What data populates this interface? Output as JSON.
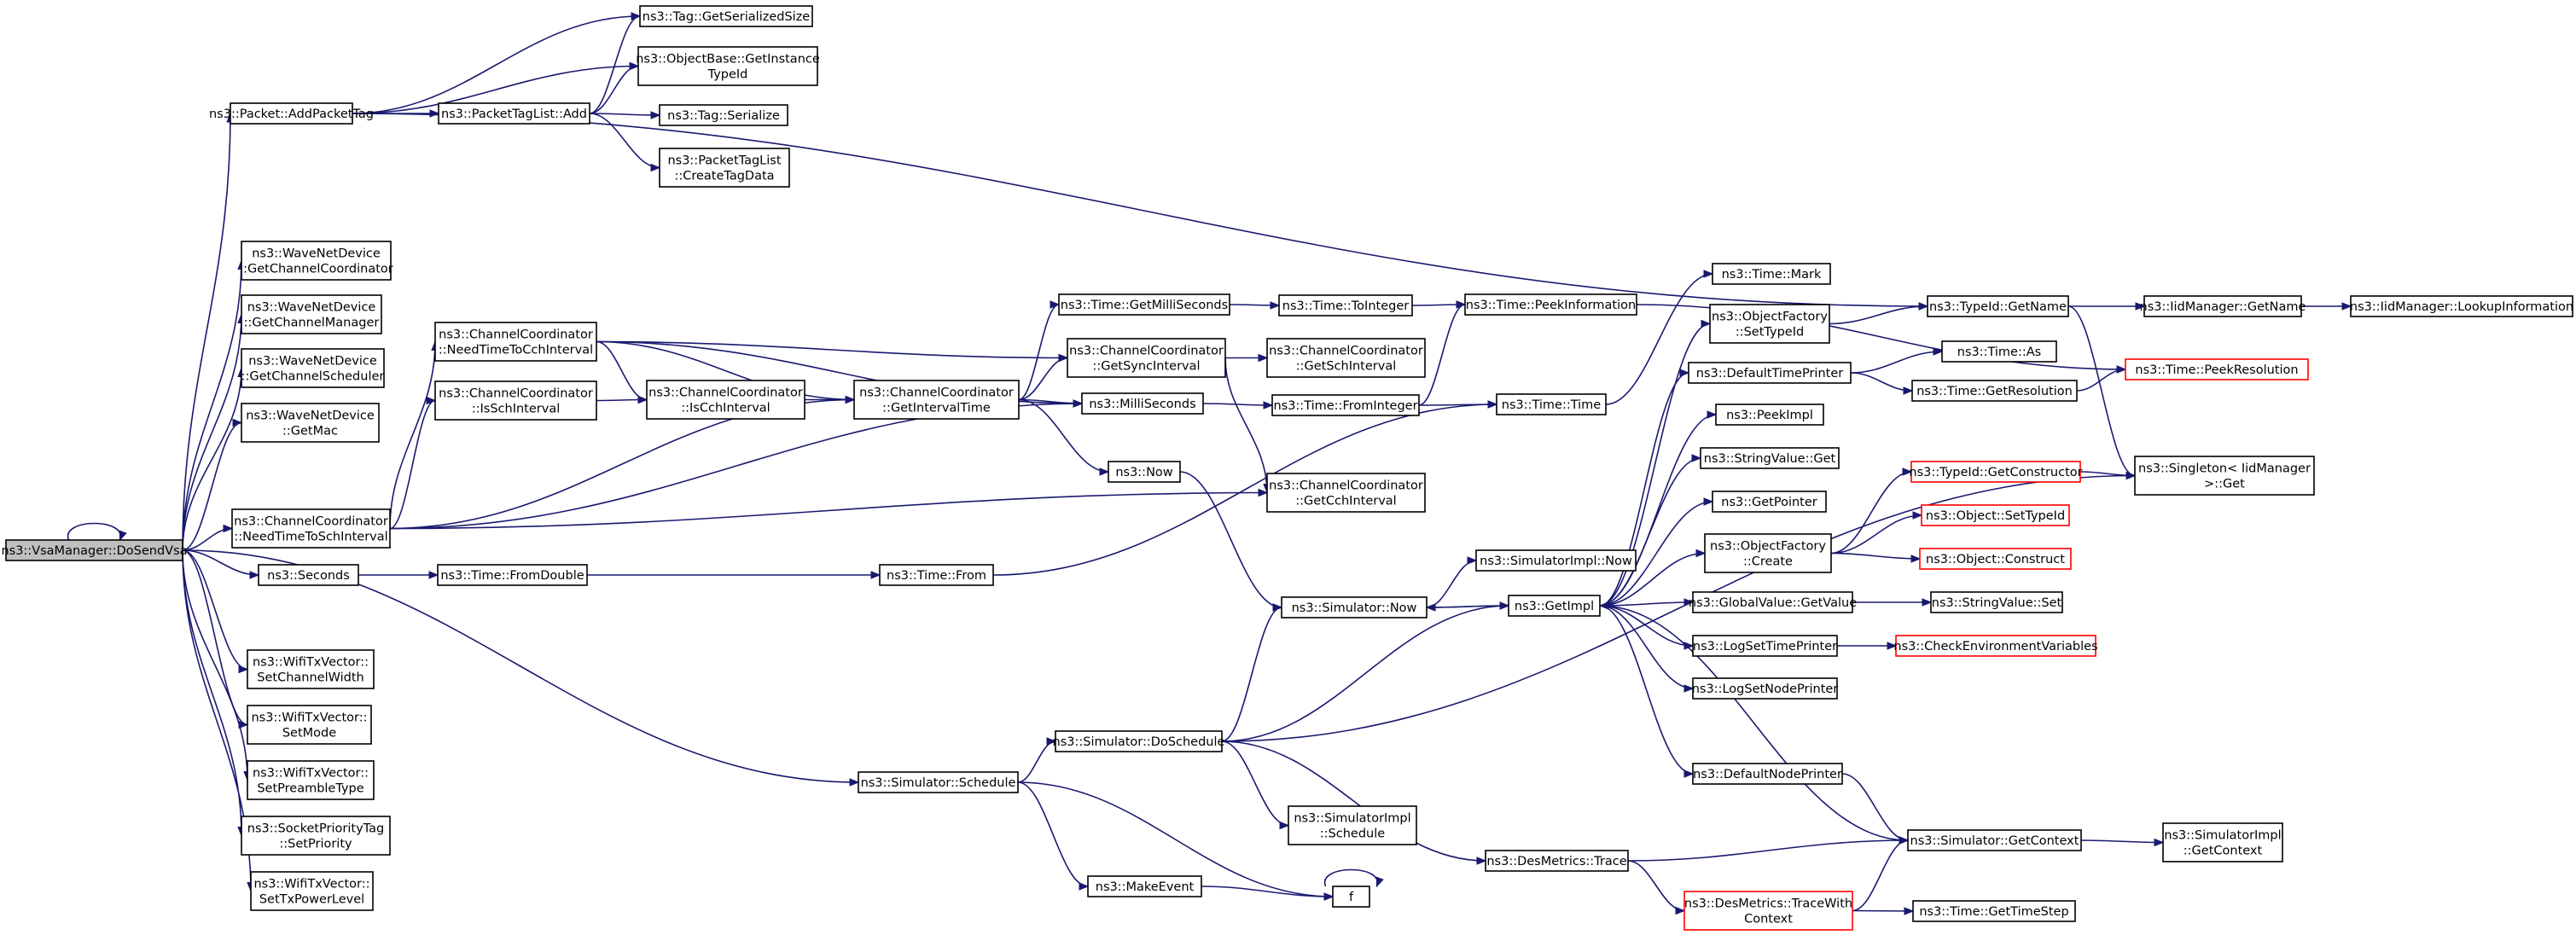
{
  "diagram": {
    "root": "n_root",
    "nodes": [
      {
        "id": "n_root",
        "lines": [
          "ns3::VsaManager::DoSendVsa"
        ],
        "root": true
      },
      {
        "id": "n_addtag",
        "lines": [
          "ns3::Packet::AddPacketTag"
        ]
      },
      {
        "id": "n_getsersize",
        "lines": [
          "ns3::Tag::GetSerializedSize"
        ]
      },
      {
        "id": "n_getinsttid",
        "lines": [
          "ns3::ObjectBase::GetInstance",
          "TypeId"
        ]
      },
      {
        "id": "n_ptladd",
        "lines": [
          "ns3::PacketTagList::Add"
        ]
      },
      {
        "id": "n_tagser",
        "lines": [
          "ns3::Tag::Serialize"
        ]
      },
      {
        "id": "n_createtag",
        "lines": [
          "ns3::PacketTagList",
          "::CreateTagData"
        ]
      },
      {
        "id": "n_wnd_getcc",
        "lines": [
          "ns3::WaveNetDevice",
          "::GetChannelCoordinator"
        ]
      },
      {
        "id": "n_wnd_getcm",
        "lines": [
          "ns3::WaveNetDevice",
          "::GetChannelManager"
        ]
      },
      {
        "id": "n_wnd_getcs",
        "lines": [
          "ns3::WaveNetDevice",
          "::GetChannelScheduler"
        ]
      },
      {
        "id": "n_wnd_getmac",
        "lines": [
          "ns3::WaveNetDevice",
          "::GetMac"
        ]
      },
      {
        "id": "n_cc_needcch",
        "lines": [
          "ns3::ChannelCoordinator",
          "::NeedTimeToCchInterval"
        ]
      },
      {
        "id": "n_cc_isschi",
        "lines": [
          "ns3::ChannelCoordinator",
          "::IsSchInterval"
        ]
      },
      {
        "id": "n_cc_iscchi",
        "lines": [
          "ns3::ChannelCoordinator",
          "::IsCchInterval"
        ]
      },
      {
        "id": "n_cc_getinterval",
        "lines": [
          "ns3::ChannelCoordinator",
          "::GetIntervalTime"
        ]
      },
      {
        "id": "n_cc_needsch",
        "lines": [
          "ns3::ChannelCoordinator",
          "::NeedTimeToSchInterval"
        ]
      },
      {
        "id": "n_time_getms",
        "lines": [
          "ns3::Time::GetMilliSeconds"
        ]
      },
      {
        "id": "n_cc_getsync",
        "lines": [
          "ns3::ChannelCoordinator",
          "::GetSyncInterval"
        ]
      },
      {
        "id": "n_cc_getsch",
        "lines": [
          "ns3::ChannelCoordinator",
          "::GetSchInterval"
        ]
      },
      {
        "id": "n_ms",
        "lines": [
          "ns3::MilliSeconds"
        ]
      },
      {
        "id": "n_now",
        "lines": [
          "ns3::Now"
        ]
      },
      {
        "id": "n_cc_getcch",
        "lines": [
          "ns3::ChannelCoordinator",
          "::GetCchInterval"
        ]
      },
      {
        "id": "n_time_toint",
        "lines": [
          "ns3::Time::ToInteger"
        ]
      },
      {
        "id": "n_time_fromint",
        "lines": [
          "ns3::Time::FromInteger"
        ]
      },
      {
        "id": "n_time_peekinfo",
        "lines": [
          "ns3::Time::PeekInformation"
        ]
      },
      {
        "id": "n_time_time",
        "lines": [
          "ns3::Time::Time"
        ]
      },
      {
        "id": "n_time_mark",
        "lines": [
          "ns3::Time::Mark"
        ]
      },
      {
        "id": "n_seconds",
        "lines": [
          "ns3::Seconds"
        ]
      },
      {
        "id": "n_time_fromdouble",
        "lines": [
          "ns3::Time::FromDouble"
        ]
      },
      {
        "id": "n_time_from",
        "lines": [
          "ns3::Time::From"
        ]
      },
      {
        "id": "n_sim_now",
        "lines": [
          "ns3::Simulator::Now"
        ]
      },
      {
        "id": "n_simimpl_now",
        "lines": [
          "ns3::SimulatorImpl::Now"
        ]
      },
      {
        "id": "n_getimpl",
        "lines": [
          "ns3::GetImpl"
        ]
      },
      {
        "id": "n_wtx_setcw",
        "lines": [
          "ns3::WifiTxVector::",
          "SetChannelWidth"
        ]
      },
      {
        "id": "n_wtx_setmode",
        "lines": [
          "ns3::WifiTxVector::",
          "SetMode"
        ]
      },
      {
        "id": "n_wtx_setpre",
        "lines": [
          "ns3::WifiTxVector::",
          "SetPreambleType"
        ]
      },
      {
        "id": "n_spt_setprio",
        "lines": [
          "ns3::SocketPriorityTag",
          "::SetPriority"
        ]
      },
      {
        "id": "n_wtx_settxpl",
        "lines": [
          "ns3::WifiTxVector::",
          "SetTxPowerLevel"
        ]
      },
      {
        "id": "n_sim_schedule",
        "lines": [
          "ns3::Simulator::Schedule"
        ]
      },
      {
        "id": "n_sim_dosched",
        "lines": [
          "ns3::Simulator::DoSchedule"
        ]
      },
      {
        "id": "n_simimpl_sched",
        "lines": [
          "ns3::SimulatorImpl",
          "::Schedule"
        ]
      },
      {
        "id": "n_makeevent",
        "lines": [
          "ns3::MakeEvent"
        ]
      },
      {
        "id": "n_f",
        "lines": [
          "f"
        ]
      },
      {
        "id": "n_des_trace",
        "lines": [
          "ns3::DesMetrics::Trace"
        ]
      },
      {
        "id": "n_des_twc",
        "lines": [
          "ns3::DesMetrics::TraceWith",
          "Context"
        ],
        "red": true
      },
      {
        "id": "n_time_getstep",
        "lines": [
          "ns3::Time::GetTimeStep"
        ]
      },
      {
        "id": "n_sim_getctx",
        "lines": [
          "ns3::Simulator::GetContext"
        ]
      },
      {
        "id": "n_simimpl_getctx",
        "lines": [
          "ns3::SimulatorImpl",
          "::GetContext"
        ]
      },
      {
        "id": "n_defnodeprinter",
        "lines": [
          "ns3::DefaultNodePrinter"
        ]
      },
      {
        "id": "n_logsetnode",
        "lines": [
          "ns3::LogSetNodePrinter"
        ]
      },
      {
        "id": "n_logsettime",
        "lines": [
          "ns3::LogSetTimePrinter"
        ]
      },
      {
        "id": "n_checkenv",
        "lines": [
          "ns3::CheckEnvironmentVariables"
        ],
        "red": true
      },
      {
        "id": "n_gv_getvalue",
        "lines": [
          "ns3::GlobalValue::GetValue"
        ]
      },
      {
        "id": "n_sv_set",
        "lines": [
          "ns3::StringValue::Set"
        ]
      },
      {
        "id": "n_of_create",
        "lines": [
          "ns3::ObjectFactory",
          "::Create"
        ]
      },
      {
        "id": "n_getpointer",
        "lines": [
          "ns3::GetPointer"
        ]
      },
      {
        "id": "n_sv_get",
        "lines": [
          "ns3::StringValue::Get"
        ]
      },
      {
        "id": "n_peekimpl",
        "lines": [
          "ns3::PeekImpl"
        ]
      },
      {
        "id": "n_deftimeprinter",
        "lines": [
          "ns3::DefaultTimePrinter"
        ]
      },
      {
        "id": "n_of_settid",
        "lines": [
          "ns3::ObjectFactory",
          "::SetTypeId"
        ]
      },
      {
        "id": "n_tid_getname",
        "lines": [
          "ns3::TypeId::GetName"
        ]
      },
      {
        "id": "n_time_as",
        "lines": [
          "ns3::Time::As"
        ]
      },
      {
        "id": "n_time_getres",
        "lines": [
          "ns3::Time::GetResolution"
        ]
      },
      {
        "id": "n_tid_getctor",
        "lines": [
          "ns3::TypeId::GetConstructor"
        ],
        "red": true
      },
      {
        "id": "n_obj_settid",
        "lines": [
          "ns3::Object::SetTypeId"
        ],
        "red": true
      },
      {
        "id": "n_obj_construct",
        "lines": [
          "ns3::Object::Construct"
        ],
        "red": true
      },
      {
        "id": "n_iid_getname",
        "lines": [
          "ns3::IidManager::GetName"
        ]
      },
      {
        "id": "n_iid_lookup",
        "lines": [
          "ns3::IidManager::LookupInformation"
        ]
      },
      {
        "id": "n_time_peekres",
        "lines": [
          "ns3::Time::PeekResolution"
        ],
        "red": true
      },
      {
        "id": "n_singleton",
        "lines": [
          "ns3::Singleton< IidManager",
          ">::Get"
        ]
      }
    ],
    "edges": [
      [
        "n_root",
        "n_root"
      ],
      [
        "n_root",
        "n_addtag"
      ],
      [
        "n_root",
        "n_wnd_getcc"
      ],
      [
        "n_root",
        "n_wnd_getcm"
      ],
      [
        "n_root",
        "n_wnd_getcs"
      ],
      [
        "n_root",
        "n_wnd_getmac"
      ],
      [
        "n_root",
        "n_cc_needsch"
      ],
      [
        "n_root",
        "n_seconds"
      ],
      [
        "n_root",
        "n_wtx_setcw"
      ],
      [
        "n_root",
        "n_wtx_setmode"
      ],
      [
        "n_root",
        "n_wtx_setpre"
      ],
      [
        "n_root",
        "n_spt_setprio"
      ],
      [
        "n_root",
        "n_wtx_settxpl"
      ],
      [
        "n_root",
        "n_sim_schedule"
      ],
      [
        "n_addtag",
        "n_getsersize"
      ],
      [
        "n_addtag",
        "n_getinsttid"
      ],
      [
        "n_addtag",
        "n_ptladd"
      ],
      [
        "n_addtag",
        "n_tid_getname"
      ],
      [
        "n_ptladd",
        "n_getsersize"
      ],
      [
        "n_ptladd",
        "n_getinsttid"
      ],
      [
        "n_ptladd",
        "n_tagser"
      ],
      [
        "n_ptladd",
        "n_createtag"
      ],
      [
        "n_cc_needsch",
        "n_cc_needcch"
      ],
      [
        "n_cc_needsch",
        "n_cc_isschi"
      ],
      [
        "n_cc_needsch",
        "n_cc_getinterval"
      ],
      [
        "n_cc_needsch",
        "n_ms"
      ],
      [
        "n_cc_needsch",
        "n_cc_getcch"
      ],
      [
        "n_cc_needcch",
        "n_cc_getsync"
      ],
      [
        "n_cc_needcch",
        "n_cc_iscchi"
      ],
      [
        "n_cc_needcch",
        "n_cc_getinterval"
      ],
      [
        "n_cc_needcch",
        "n_ms"
      ],
      [
        "n_cc_isschi",
        "n_cc_iscchi"
      ],
      [
        "n_cc_iscchi",
        "n_cc_getinterval"
      ],
      [
        "n_cc_getinterval",
        "n_time_getms"
      ],
      [
        "n_cc_getinterval",
        "n_cc_getsync"
      ],
      [
        "n_cc_getinterval",
        "n_ms"
      ],
      [
        "n_cc_getinterval",
        "n_now"
      ],
      [
        "n_time_getms",
        "n_time_toint"
      ],
      [
        "n_time_toint",
        "n_time_peekinfo"
      ],
      [
        "n_cc_getsync",
        "n_cc_getsch"
      ],
      [
        "n_cc_getsync",
        "n_cc_getcch"
      ],
      [
        "n_ms",
        "n_time_fromint"
      ],
      [
        "n_time_fromint",
        "n_time_peekinfo"
      ],
      [
        "n_time_fromint",
        "n_time_time"
      ],
      [
        "n_time_peekinfo",
        "n_time_peekres"
      ],
      [
        "n_time_time",
        "n_time_mark"
      ],
      [
        "n_now",
        "n_sim_now"
      ],
      [
        "n_seconds",
        "n_time_fromdouble"
      ],
      [
        "n_time_fromdouble",
        "n_time_from"
      ],
      [
        "n_time_from",
        "n_time_time"
      ],
      [
        "n_sim_now",
        "n_simimpl_now"
      ],
      [
        "n_sim_now",
        "n_getimpl"
      ],
      [
        "n_getimpl",
        "n_deftimeprinter"
      ],
      [
        "n_getimpl",
        "n_peekimpl"
      ],
      [
        "n_getimpl",
        "n_sv_get"
      ],
      [
        "n_getimpl",
        "n_getpointer"
      ],
      [
        "n_getimpl",
        "n_of_create"
      ],
      [
        "n_getimpl",
        "n_gv_getvalue"
      ],
      [
        "n_getimpl",
        "n_logsettime"
      ],
      [
        "n_getimpl",
        "n_logsetnode"
      ],
      [
        "n_getimpl",
        "n_defnodeprinter"
      ],
      [
        "n_getimpl",
        "n_of_settid"
      ],
      [
        "n_getimpl",
        "n_sim_now"
      ],
      [
        "n_sim_schedule",
        "n_sim_dosched"
      ],
      [
        "n_sim_schedule",
        "n_makeevent"
      ],
      [
        "n_sim_schedule",
        "n_f"
      ],
      [
        "n_sim_dosched",
        "n_sim_now"
      ],
      [
        "n_sim_dosched",
        "n_getimpl"
      ],
      [
        "n_sim_dosched",
        "n_simimpl_sched"
      ],
      [
        "n_sim_dosched",
        "n_des_trace"
      ],
      [
        "n_sim_dosched",
        "n_singleton"
      ],
      [
        "n_makeevent",
        "n_f"
      ],
      [
        "n_f",
        "n_f"
      ],
      [
        "n_des_trace",
        "n_sim_getctx"
      ],
      [
        "n_des_trace",
        "n_des_twc"
      ],
      [
        "n_des_twc",
        "n_time_getstep"
      ],
      [
        "n_des_twc",
        "n_sim_getctx"
      ],
      [
        "n_sim_getctx",
        "n_simimpl_getctx"
      ],
      [
        "n_sim_getctx",
        "n_getimpl"
      ],
      [
        "n_defnodeprinter",
        "n_sim_getctx"
      ],
      [
        "n_logsettime",
        "n_checkenv"
      ],
      [
        "n_gv_getvalue",
        "n_sv_set"
      ],
      [
        "n_of_create",
        "n_tid_getctor"
      ],
      [
        "n_of_create",
        "n_obj_settid"
      ],
      [
        "n_of_create",
        "n_obj_construct"
      ],
      [
        "n_deftimeprinter",
        "n_time_as"
      ],
      [
        "n_deftimeprinter",
        "n_time_getres"
      ],
      [
        "n_time_getres",
        "n_time_peekres"
      ],
      [
        "n_of_settid",
        "n_tid_getname"
      ],
      [
        "n_tid_getname",
        "n_iid_getname"
      ],
      [
        "n_tid_getname",
        "n_singleton"
      ],
      [
        "n_iid_getname",
        "n_iid_lookup"
      ],
      [
        "n_tid_getctor",
        "n_singleton"
      ]
    ]
  }
}
